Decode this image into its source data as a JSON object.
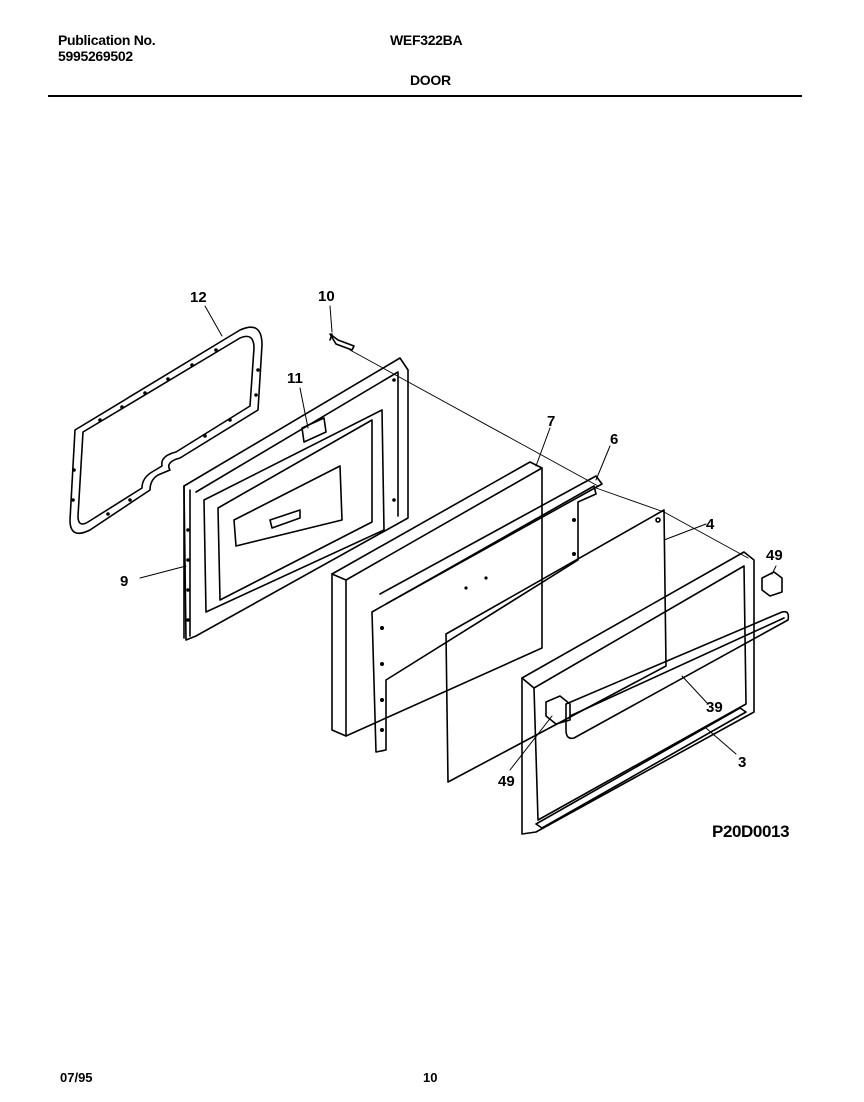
{
  "header": {
    "publication_label": "Publication No.",
    "publication_number": "5995269502",
    "model": "WEF322BA",
    "section": "DOOR"
  },
  "diagram": {
    "figure_code": "P20D0013",
    "callouts": {
      "gasket": "12",
      "screw": "10",
      "bracket": "11",
      "inner_door": "9",
      "insulation": "7",
      "glass_pack": "6",
      "glass_panel": "4",
      "end_cap_right": "49",
      "handle": "39",
      "end_cap_left": "49",
      "frame_trim": "3"
    }
  },
  "footer": {
    "date": "07/95",
    "page": "10"
  }
}
